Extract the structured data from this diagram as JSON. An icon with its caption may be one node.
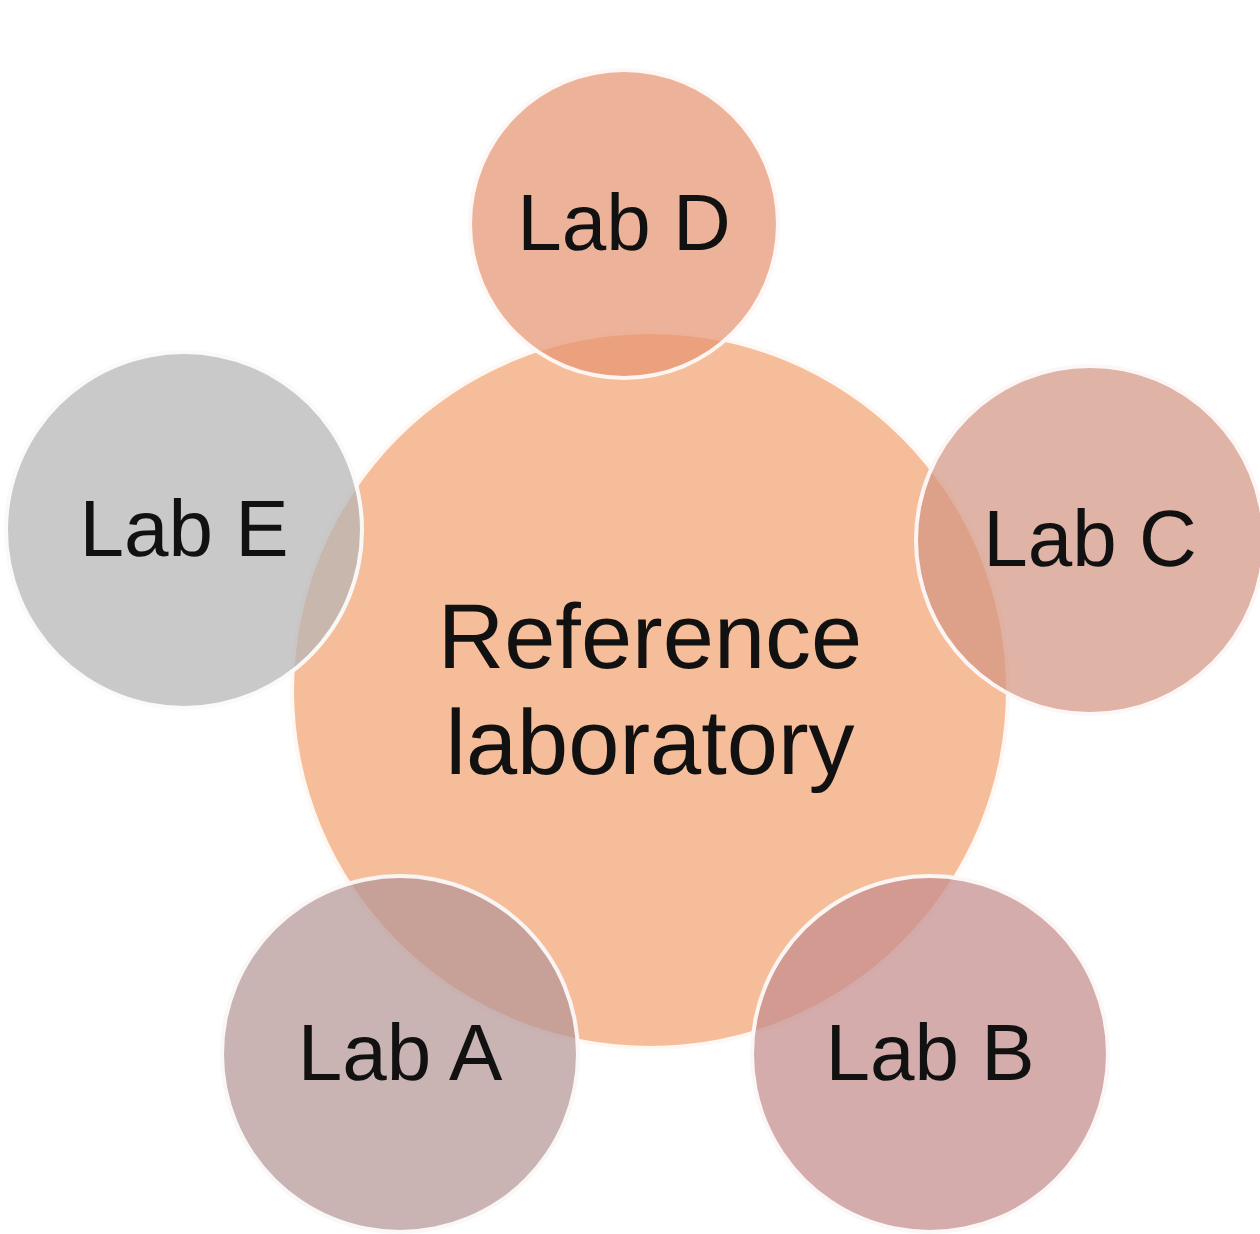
{
  "diagram": {
    "nodes": [
      {
        "text": [
          "Lab D"
        ]
      },
      {
        "text": [
          "Lab E"
        ]
      },
      {
        "text": [
          "Lab C"
        ]
      },
      {
        "text": [
          "Reference laboratory"
        ]
      },
      {
        "text": [
          "Lab A"
        ]
      },
      {
        "text": [
          "Lab B"
        ]
      }
    ]
  }
}
